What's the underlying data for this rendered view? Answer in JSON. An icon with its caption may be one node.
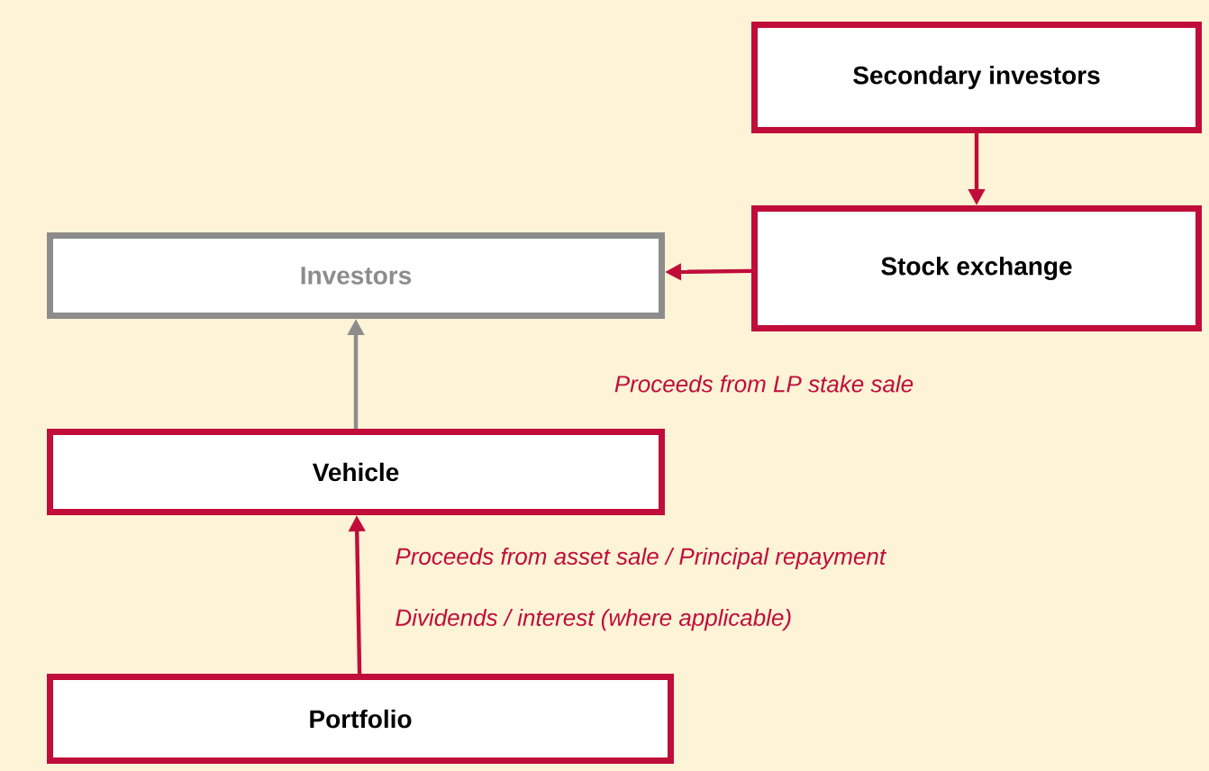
{
  "diagram": {
    "nodes": [
      {
        "text": [
          "Secondary investors"
        ]
      },
      {
        "text": [
          "Stock exchange"
        ]
      },
      {
        "text": [
          "Investors"
        ]
      },
      {
        "text": [
          "Vehicle"
        ]
      },
      {
        "text": [
          "Portfolio"
        ]
      }
    ],
    "edges": [
      {
        "from": 0,
        "to": 1,
        "arrow": "to"
      },
      {
        "from": 1,
        "to": 2,
        "arrow": "to",
        "label": "Proceeds from LP stake sale"
      },
      {
        "from": 3,
        "to": 2,
        "arrow": "to",
        "color": "#8c8c8c"
      },
      {
        "from": 4,
        "to": 3,
        "arrow": "to",
        "label": "Proceeds from asset sale / Principal repayment"
      }
    ],
    "labels": [
      "Dividends / interest (where applicable)"
    ]
  }
}
